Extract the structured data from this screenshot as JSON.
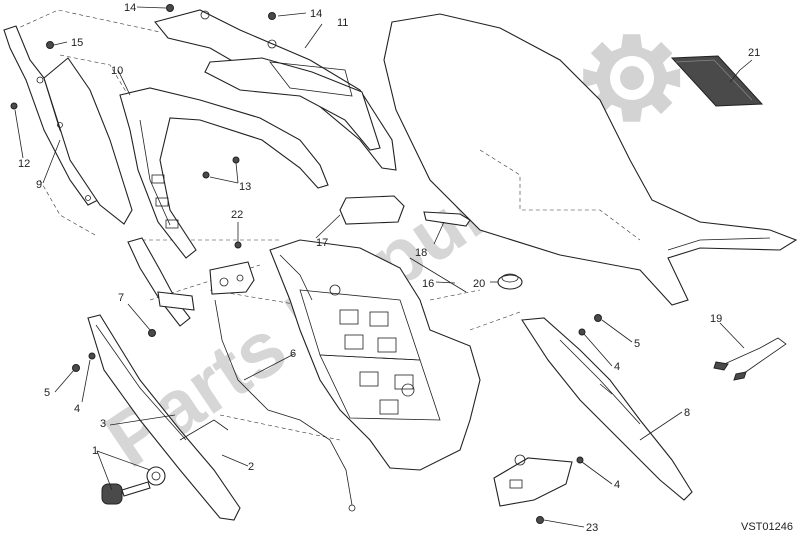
{
  "diagram": {
    "drawing_code": "VST01246",
    "watermark_text": "Parts Republik",
    "watermark_icon": "gear-icon",
    "callouts": [
      "1",
      "2",
      "3",
      "4",
      "4",
      "4",
      "5",
      "5",
      "6",
      "7",
      "8",
      "9",
      "10",
      "11",
      "12",
      "13",
      "14",
      "14",
      "15",
      "16",
      "17",
      "18",
      "19",
      "20",
      "21",
      "22",
      "23"
    ]
  }
}
